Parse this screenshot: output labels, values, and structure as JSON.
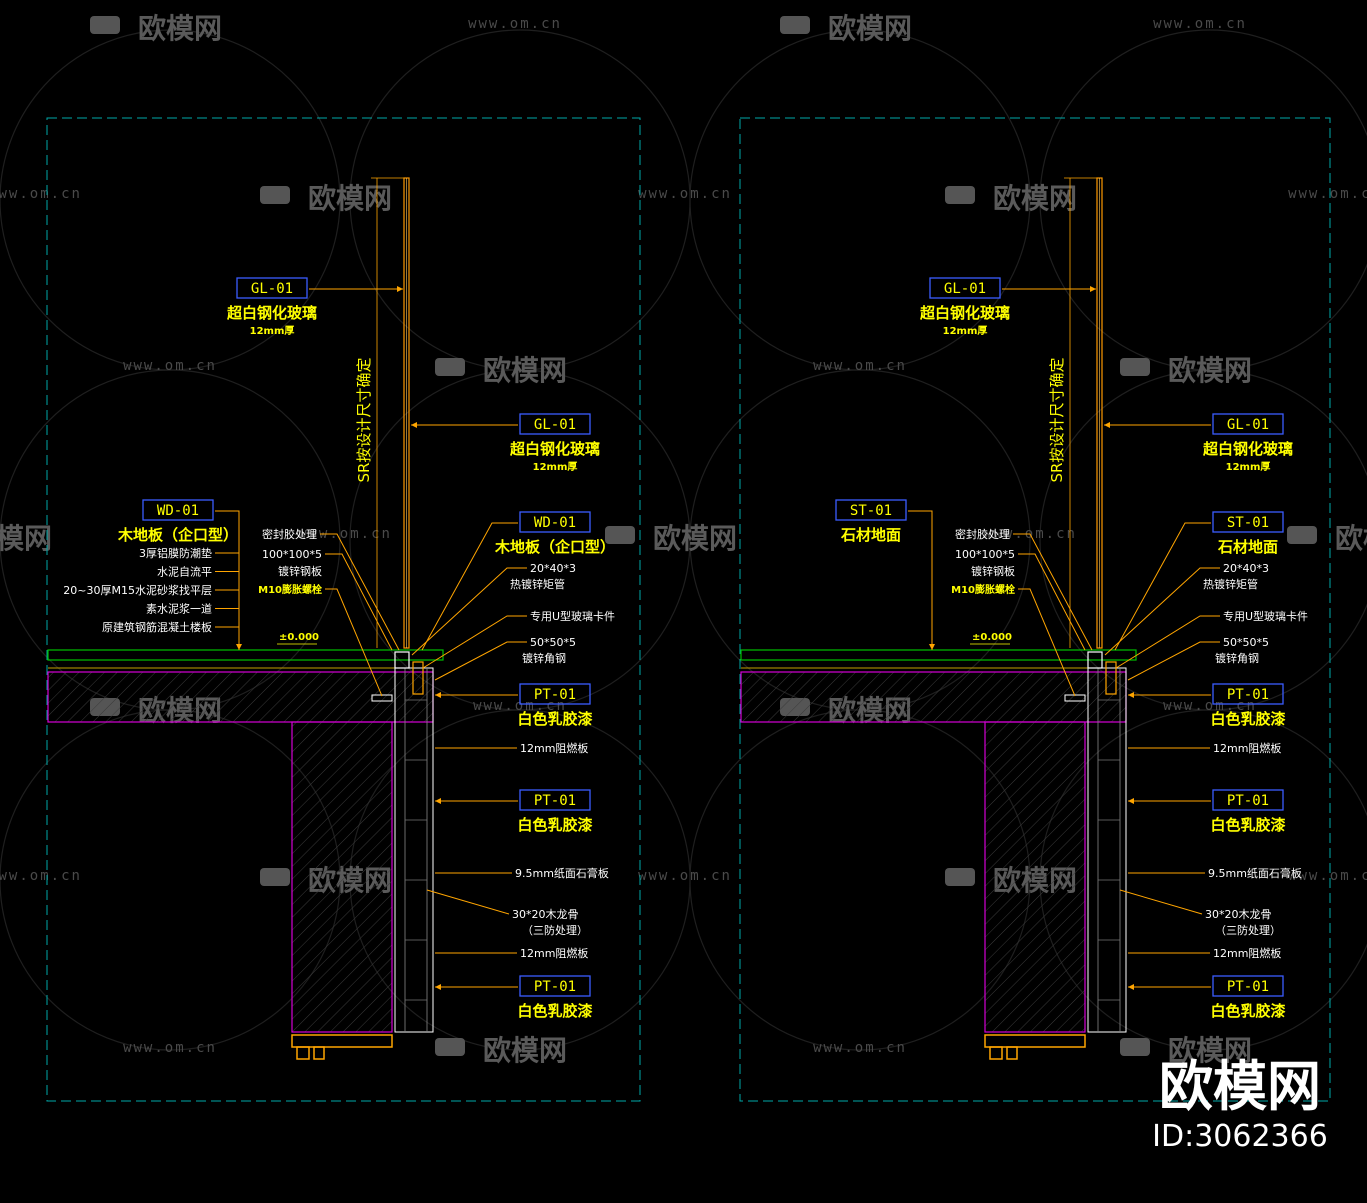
{
  "watermarks": {
    "brand": "欧模网",
    "url": "www.om.cn"
  },
  "corner_badge": {
    "brand": "欧模网",
    "id": "ID:3062366"
  },
  "colors": {
    "frame": "#00a8a8",
    "leader": "#ffa500",
    "tag_border": "#3a5cff",
    "tag_text": "#ffff00",
    "slab_outline": "#d400d4",
    "floor_finish": "#00c000",
    "wall_line": "#ffffff",
    "glass": "#ff9a00"
  },
  "details": [
    {
      "sr_note": "SR按设计尺寸确定",
      "level": "±0.000",
      "glass_tag_left": {
        "code": "GL-01",
        "name": "超白钢化玻璃",
        "sub": "12mm厚"
      },
      "glass_tag_right": {
        "code": "GL-01",
        "name": "超白钢化玻璃",
        "sub": "12mm厚"
      },
      "floor_tag_left": {
        "code": "WD-01",
        "name": "木地板（企口型）"
      },
      "floor_tag_right": {
        "code": "WD-01",
        "name": "木地板（企口型）"
      },
      "floor_layers": [
        "3厚铝膜防潮垫",
        "水泥自流平",
        "20~30厚M15水泥砂浆找平层",
        "素水泥浆一道",
        "原建筑钢筋混凝土楼板"
      ],
      "notes_left": [
        "密封胶处理",
        "100*100*5",
        "镀锌钢板",
        "M10膨胀螺栓"
      ],
      "notes_right": [
        "20*40*3",
        "热镀锌矩管",
        "专用U型玻璃卡件",
        "50*50*5",
        "镀锌角钢"
      ],
      "wall_tags": [
        {
          "code": "PT-01",
          "name": "白色乳胶漆"
        },
        {
          "code": "PT-01",
          "name": "白色乳胶漆"
        },
        {
          "code": "PT-01",
          "name": "白色乳胶漆"
        }
      ],
      "wall_notes": [
        "12mm阻燃板",
        "9.5mm纸面石膏板",
        "30*20木龙骨",
        "（三防处理）",
        "12mm阻燃板"
      ]
    },
    {
      "sr_note": "SR按设计尺寸确定",
      "level": "±0.000",
      "glass_tag_left": {
        "code": "GL-01",
        "name": "超白钢化玻璃",
        "sub": "12mm厚"
      },
      "glass_tag_right": {
        "code": "GL-01",
        "name": "超白钢化玻璃",
        "sub": "12mm厚"
      },
      "floor_tag_left": {
        "code": "ST-01",
        "name": "石材地面"
      },
      "floor_tag_right": {
        "code": "ST-01",
        "name": "石材地面"
      },
      "floor_layers": [],
      "notes_left": [
        "密封胶处理",
        "100*100*5",
        "镀锌钢板",
        "M10膨胀螺栓"
      ],
      "notes_right": [
        "20*40*3",
        "热镀锌矩管",
        "专用U型玻璃卡件",
        "50*50*5",
        "镀锌角钢"
      ],
      "wall_tags": [
        {
          "code": "PT-01",
          "name": "白色乳胶漆"
        },
        {
          "code": "PT-01",
          "name": "白色乳胶漆"
        },
        {
          "code": "PT-01",
          "name": "白色乳胶漆"
        }
      ],
      "wall_notes": [
        "12mm阻燃板",
        "9.5mm纸面石膏板",
        "30*20木龙骨",
        "（三防处理）",
        "12mm阻燃板"
      ]
    }
  ]
}
